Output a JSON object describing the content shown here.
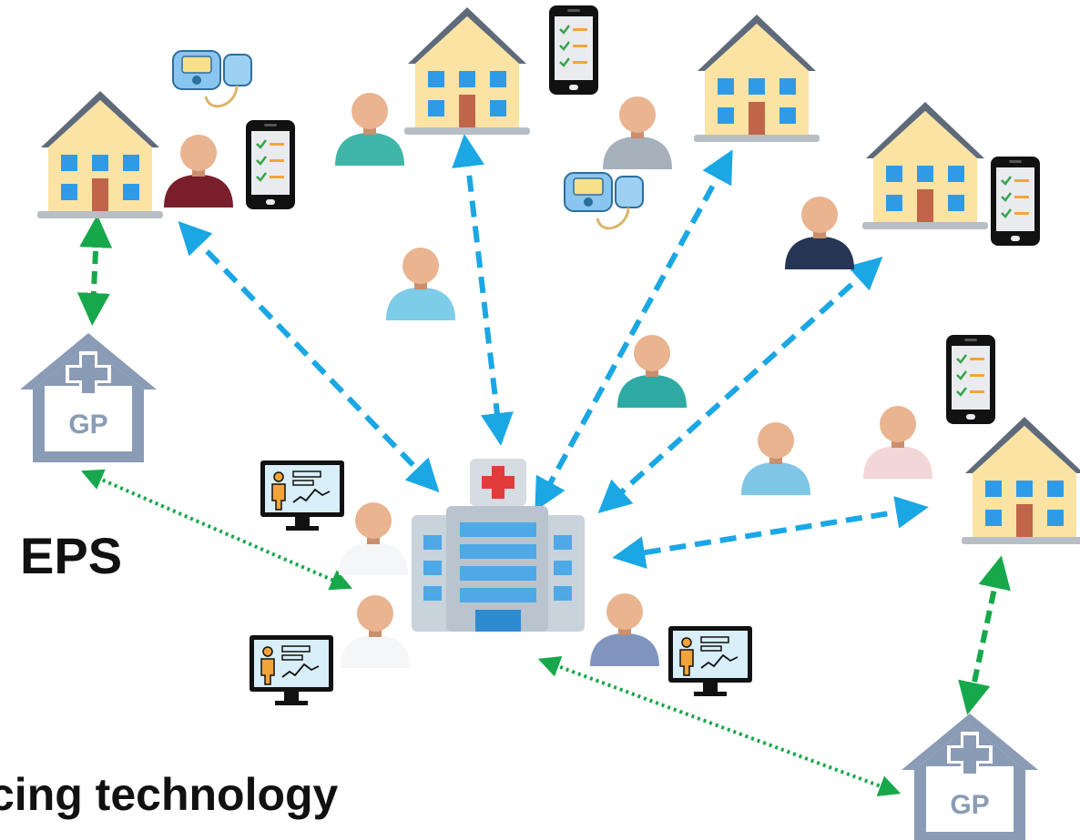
{
  "labels": {
    "eps": "EPS",
    "technology": "cing technology"
  },
  "gp_sign": "GP",
  "colors": {
    "house_wall": "#FBE3A3",
    "house_roof": "#5F6B7A",
    "house_window": "#2F9BE6",
    "house_door": "#C0654A",
    "house_base": "#B8BEC5",
    "gp_building": "#8A9BB5",
    "hospital_body": "#C9D3DB",
    "hospital_window": "#4EA9E6",
    "hospital_cross": "#E23B3B",
    "blue_arrow": "#1AA7E4",
    "green_arrow": "#16A84A"
  },
  "icons": [
    "house-icon",
    "gp-building-icon",
    "hospital-icon",
    "smartphone-checklist-icon",
    "blood-pressure-monitor-icon",
    "patient-avatar-icon",
    "doctor-avatar-icon",
    "nurse-avatar-icon",
    "health-monitor-screen-icon"
  ]
}
